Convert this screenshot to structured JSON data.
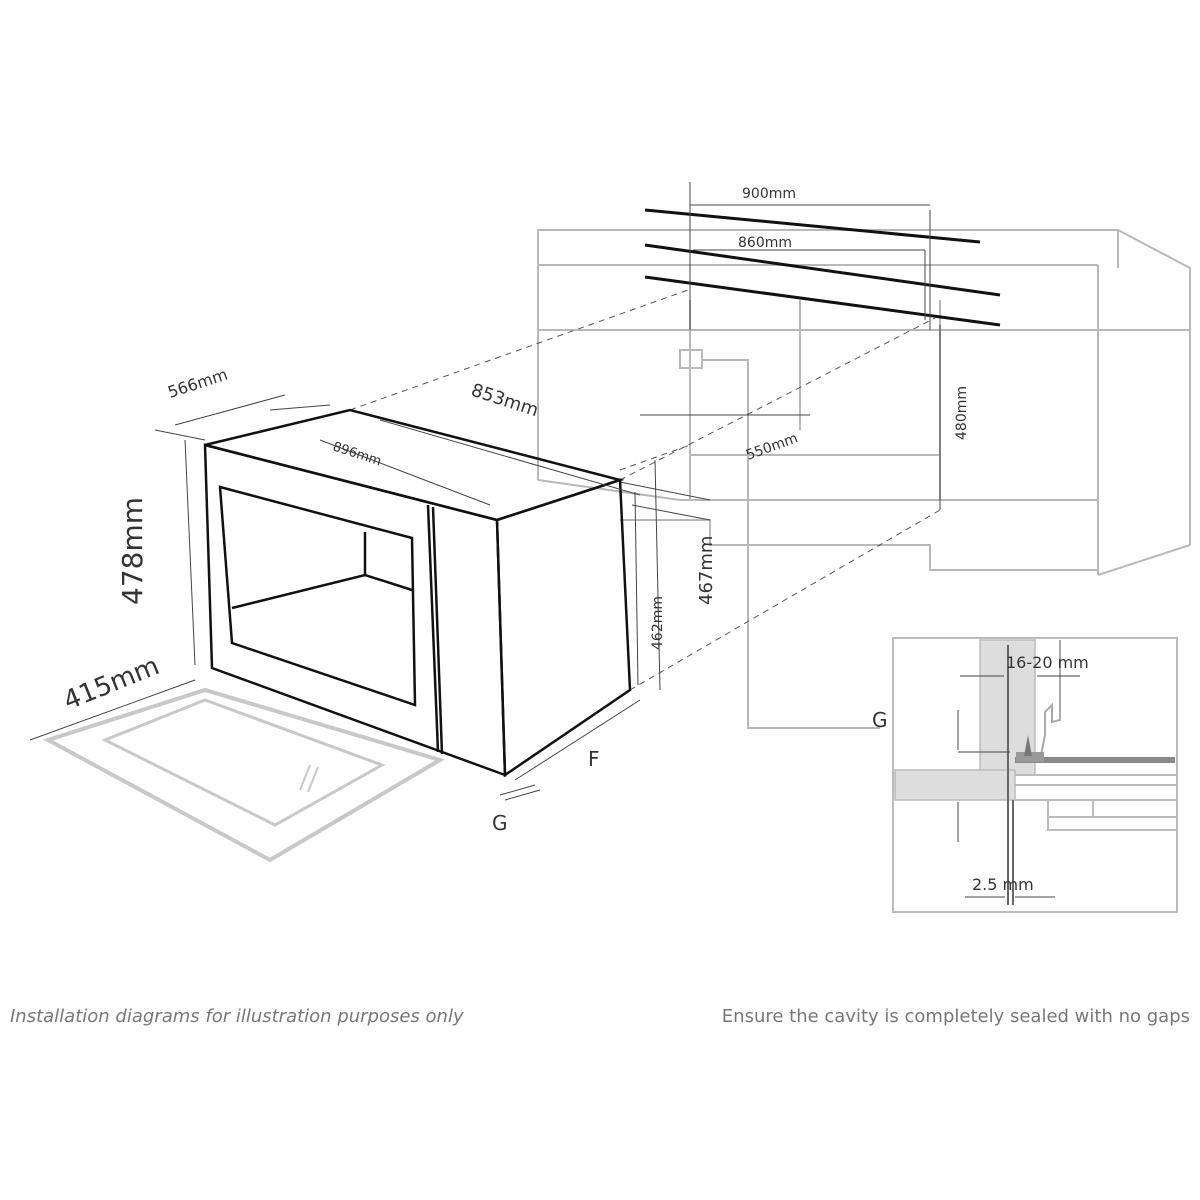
{
  "diagram": {
    "cabinet": {
      "width_top": "900mm",
      "width_inner": "860mm",
      "depth": "550mm",
      "height": "480mm"
    },
    "microwave": {
      "depth": "566mm",
      "width_back": "853mm",
      "width_top": "896mm",
      "height_front": "478mm",
      "height_side": "467mm",
      "height_body": "462mm",
      "door_opening": "415mm",
      "label_f": "F",
      "label_g": "G"
    },
    "detail": {
      "label_g": "G",
      "gap_range": "16-20 mm",
      "gap_small": "2.5 mm"
    }
  },
  "captions": {
    "left": "Installation diagrams for illustration purposes only",
    "right": "Ensure the cavity is completely sealed with no gaps"
  }
}
